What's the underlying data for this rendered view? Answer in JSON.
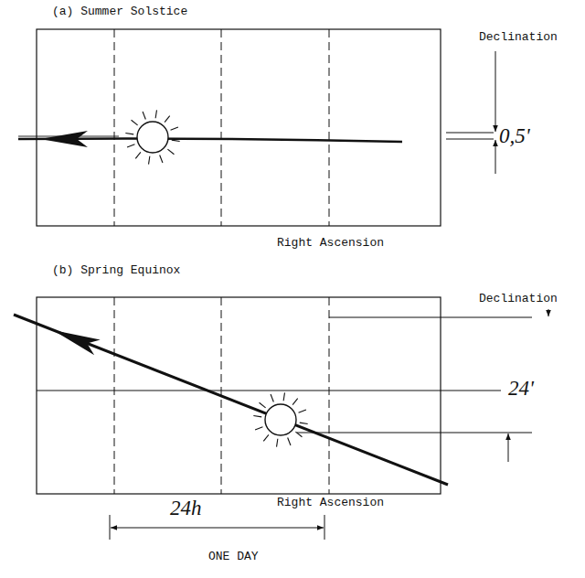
{
  "diagram": {
    "labels": [
      "(a) Summer Solstice",
      "Declination",
      "0,5'",
      "Right Ascension",
      "(b) Spring Equinox",
      "Declination",
      "24'",
      "Right Ascension",
      "24h",
      "ONE DAY"
    ]
  }
}
